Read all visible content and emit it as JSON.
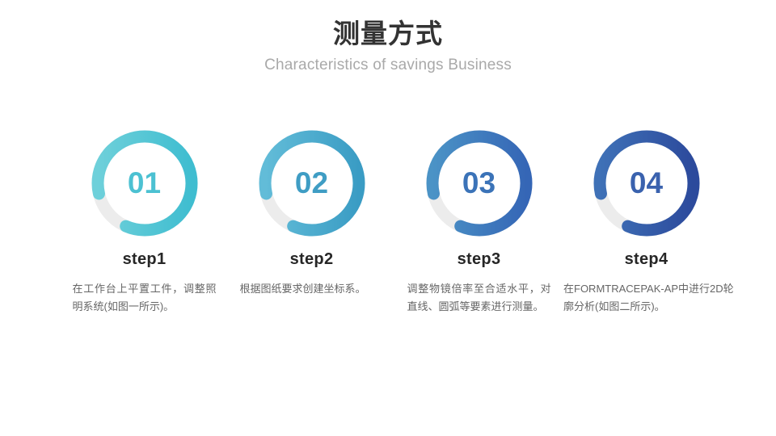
{
  "header": {
    "title": "测量方式",
    "subtitle": "Characteristics of savings Business"
  },
  "colors": {
    "title": "#333333",
    "subtitle": "#a9a9a9",
    "step_label": "#262626",
    "step_desc": "#666666",
    "track": "#ececec",
    "background": "#ffffff"
  },
  "steps": [
    {
      "number": "01",
      "label": "step1",
      "description": "在工作台上平置工件，调整照明系统(如图一所示)。",
      "ring_color_top": "#6ed0da",
      "ring_color_bottom": "#3fbdd0",
      "number_color": "#4cc1d2"
    },
    {
      "number": "02",
      "label": "step2",
      "description": "根据图纸要求创建坐标系。",
      "ring_color_top": "#62bcd8",
      "ring_color_bottom": "#3a9cc4",
      "number_color": "#3f9dc4"
    },
    {
      "number": "03",
      "label": "step3",
      "description": "调整物镜倍率至合适水平，对直线、圆弧等要素进行测量。",
      "ring_color_top": "#4b93c6",
      "ring_color_bottom": "#3566b6",
      "number_color": "#3b73b8"
    },
    {
      "number": "04",
      "label": "step4",
      "description": "在FORMTRACEPAK-AP中进行2D轮廓分析(如图二所示)。",
      "ring_color_top": "#3f71b7",
      "ring_color_bottom": "#2c4a9c",
      "number_color": "#3a62ae"
    }
  ]
}
